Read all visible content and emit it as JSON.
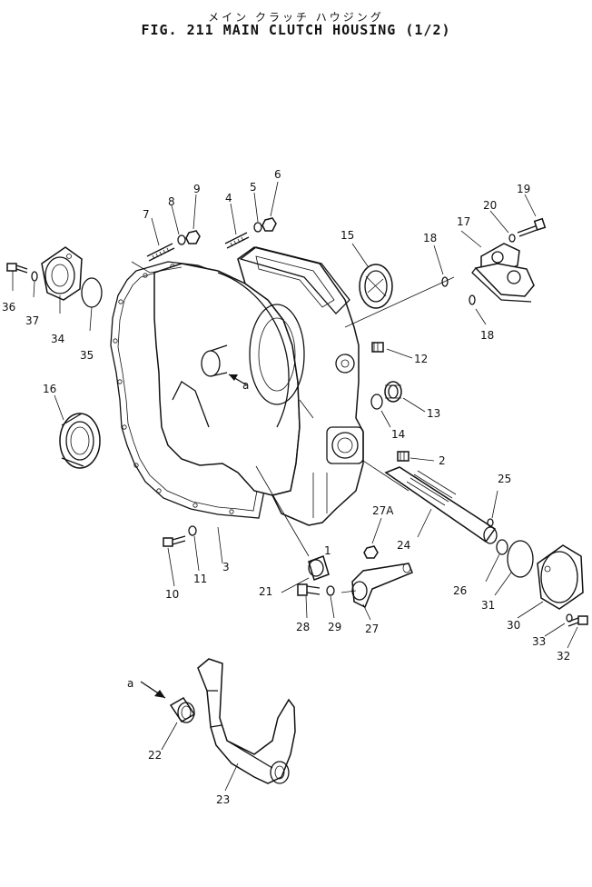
{
  "title": {
    "japanese": "メイン クラッチ ハウジング",
    "english": "FIG. 211  MAIN CLUTCH HOUSING (1/2)"
  },
  "callouts": [
    "1",
    "2",
    "3",
    "4",
    "5",
    "6",
    "7",
    "8",
    "9",
    "10",
    "11",
    "12",
    "13",
    "14",
    "15",
    "16",
    "17",
    "18",
    "18",
    "19",
    "20",
    "21",
    "22",
    "23",
    "24",
    "25",
    "26",
    "27",
    "27A",
    "28",
    "29",
    "30",
    "31",
    "32",
    "33",
    "34",
    "35",
    "36",
    "37"
  ],
  "view_marker": "a"
}
